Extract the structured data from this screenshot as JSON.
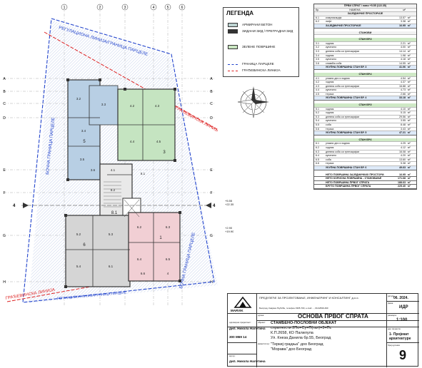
{
  "legend": {
    "title": "ЛЕГЕНДА",
    "items": [
      {
        "label": "АРМИРАНИ БЕТОН",
        "color": "#bcd3d1"
      },
      {
        "label": "ЗИДАНИ ЗИД / ПРЕГРАДНИ ЗИД",
        "color": "#333333"
      },
      {
        "label": "ЗЕЛЕНЕ ПОВРШИНЕ",
        "color": "#c9e6c1"
      },
      {
        "label": "ГРАНИЦА ПАРЦЕЛЕ",
        "color": "#2244cc"
      },
      {
        "label": "ГРАЂЕВИНСКА ЛИНИЈА",
        "color": "#dd2222"
      }
    ]
  },
  "plan": {
    "grid_top": [
      "1",
      "2",
      "3",
      "4",
      "5",
      "6"
    ],
    "grid_left": [
      "A",
      "B",
      "C",
      "D",
      "E",
      "F",
      "G",
      "H"
    ],
    "annotations": {
      "parcel_top": "РЕГУЛАЦИОНА ЛИНИЈА/ГРАНИЦА ПАРЦЕЛЕ",
      "parcel_left": "БОЧНА ГРАНИЦА ПАРЦЕЛЕ",
      "parcel_right": "БОЧНА ГРАНИЦА ПАРЦЕЛЕ",
      "parcel_bottom": "РЕГУЛАЦИОНА ЛИНИЈА/ГРАНИЦА ПАРЦЕЛЕ",
      "build_line_right": "ГРАЂЕВИНСКА ЛИНИЈА",
      "build_line_left": "ГРАЂЕВИНСКА ЛИНИЈА"
    },
    "rooms": [
      "3.2",
      "3.3",
      "3.4",
      "3.5",
      "3.6",
      "4.1",
      "4.2",
      "4.3",
      "4.4",
      "4.5",
      "5.1",
      "5.2",
      "5.3",
      "5.4",
      "6.1",
      "6.2",
      "6.3",
      "6.4",
      "6.5",
      "6.6",
      "4",
      "3",
      "5",
      "6",
      "1",
      "8.1",
      "8.2"
    ],
    "elevations": [
      "+5.55",
      "+22.35",
      "+2.90",
      "+19.90"
    ],
    "section_marks": [
      "4",
      "4"
    ]
  },
  "area_table": {
    "header": "ПРВИ СПРАТ / ниво +5.55 (122.35)",
    "subheader_cols": [
      "бр.",
      "НАМЕНА",
      "м²"
    ],
    "common_title": "ЗАЈЕДНИЧКЕ ПРОСТОРИЈЕ",
    "common_rows": [
      {
        "no": "6.1",
        "name": "комуникација",
        "area": "13.57"
      },
      {
        "no": "6.2",
        "name": "лифт",
        "area": "3.38"
      }
    ],
    "common_total": {
      "label": "ЗАЈЕДНИЧКЕ ПРОСТОРИЈЕ",
      "area": "16.95"
    },
    "apartments_title": "СТАНОВИ",
    "apartments": [
      {
        "title": "СТАН БР.3",
        "rows": [
          {
            "no": "3.1",
            "name": "ходник",
            "area": "2.21"
          },
          {
            "no": "3.2",
            "name": "купатило",
            "area": "4.00"
          },
          {
            "no": "3.3",
            "name": "дневна соба са трпезаријом",
            "area": "14.14"
          },
          {
            "no": "3.4",
            "name": "ходник",
            "area": "1.98"
          },
          {
            "no": "3.5",
            "name": "купатило",
            "area": "4.18"
          },
          {
            "no": "3.6",
            "name": "спаваћа соба",
            "area": "14.55"
          }
        ],
        "total": {
          "label": "УКУПНА ПОВРШИНА СТАН БР. 3",
          "area": "41.06"
        }
      },
      {
        "title": "СТАН БР.4",
        "rows": [
          {
            "no": "4.1",
            "name": "улазни део и ходник",
            "area": "4.54"
          },
          {
            "no": "4.2",
            "name": "ходник",
            "area": "4.37"
          },
          {
            "no": "4.3",
            "name": "дневна соба са трпезаријом",
            "area": "16.88"
          },
          {
            "no": "4.4",
            "name": "купатило",
            "area": "4.73"
          },
          {
            "no": "4.5",
            "name": "тераса",
            "area": "2.66"
          }
        ],
        "total": {
          "label": "УКУПНА ПОВРШИНА СТАН БР. 4",
          "area": "33.18"
        }
      },
      {
        "title": "СТАН БР.5",
        "rows": [
          {
            "no": "5.1",
            "name": "ходник",
            "area": "4.10"
          },
          {
            "no": "5.2",
            "name": "ходник",
            "area": "5.15"
          },
          {
            "no": "5.3",
            "name": "дневна соба са трпезаријом",
            "area": "29.56"
          },
          {
            "no": "5.4",
            "name": "купатило",
            "area": "3.55"
          },
          {
            "no": "5.5",
            "name": "соба",
            "area": "8.48"
          },
          {
            "no": "5.6",
            "name": "тераса",
            "area": "3.43"
          }
        ],
        "total": {
          "label": "УКУПНА ПОВРШИНА СТАН БР. 5",
          "area": "47.21"
        }
      },
      {
        "title": "СТАН БР.6",
        "rows": [
          {
            "no": "6.1",
            "name": "улазни део и ходник",
            "area": "4.25"
          },
          {
            "no": "6.2",
            "name": "ходник",
            "area": "4.12"
          },
          {
            "no": "6.3",
            "name": "дневна соба са трпезаријом",
            "area": "16.08"
          },
          {
            "no": "6.4",
            "name": "купатило",
            "area": "4.20"
          },
          {
            "no": "6.5",
            "name": "соба",
            "area": "13.60"
          },
          {
            "no": "6.6",
            "name": "тераса",
            "area": "5.38"
          }
        ],
        "total": {
          "label": "УКУПНА ПОВРШИНА СТАН БР. 6",
          "area": "49.63"
        }
      }
    ],
    "summary": [
      {
        "label": "НЕТО ПОВРШИНА ЗАЈЕДНИЧКИХ ПРОСТОРИЈА",
        "area": "16.95"
      },
      {
        "label": "НЕТО КОРИСНА ПОВРШИНА - СТАНОВАЊЕ",
        "area": "171.68"
      },
      {
        "label": "НЕТО ПОВРШИНА ПРВОГ СПРАТА",
        "area": "188.63"
      },
      {
        "label": "БРУТО ПОВРШИНА ПРВОГ СПРАТА",
        "area": "225.40"
      }
    ],
    "unit": "м²"
  },
  "title_block": {
    "company": "ПРЕДУЗЕЋЕ ЗА ПРОЈЕКТОВАЊЕ, ИНЖЕЊЕРИНГ И КОНСАЛТИНГ д.о.о.",
    "company_address": "Београд, Кнајина Љубиће, телефон 3305-700, e-mail ..., 011/2849-490",
    "logo_text": "MARVIK",
    "drawing_label": "цртеж:",
    "drawing_title": "ОСНОВА ПРВОГ СПРАТА",
    "object_label": "објекат:",
    "object_title": "СТАМБЕНО-ПОСЛОВНИ ОБЈЕКАТ",
    "object_desc_1": "спратности 2По+Су+П(гал)+3+Пс",
    "object_desc_2": "К.П.2658, КО Палилула",
    "object_desc_3": "Ул. Кнеза Данила бр.55, Београд",
    "investor_label": "инвеститор:",
    "investor_1": "\"Теркиј градња\" доо Београд",
    "investor_2": "\"Морава\" доо Београд",
    "lead_designer_label": "одговорни пројектант:",
    "lead_designer": "дип. Никола Налетина",
    "license": "300 М69 14",
    "author_label": "аутор:",
    "author": "дип. Никола Налетина",
    "date_label": "датум:",
    "date": "06. 2024.",
    "phase_label": "фаза:",
    "phase": "ИДР",
    "scale_label": "размера:",
    "scale": "1:100",
    "part_label": "део пројекта:",
    "part": "1- Пројекат архитектуре",
    "sheet_label": "број цртежа:",
    "sheet": "9"
  }
}
